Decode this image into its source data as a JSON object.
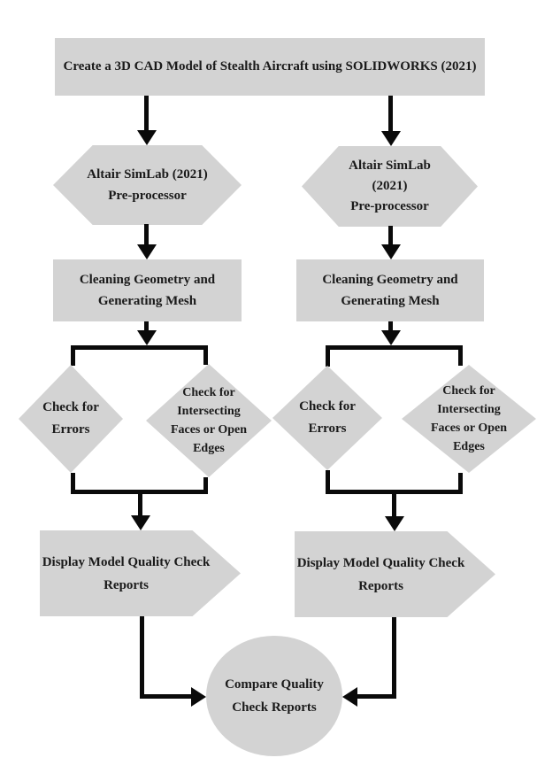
{
  "diagram": {
    "colors": {
      "shape_fill": "#d3d3d3",
      "connector": "#0a0a0a",
      "text": "#1a1a1a",
      "background": "#ffffff"
    },
    "title_node": {
      "lines": [
        "Create a 3D CAD Model of Stealth Aircraft using SOLIDWORKS (2021)"
      ]
    },
    "left_branch": {
      "preprocessor": {
        "lines": [
          "Altair SimLab (2021)",
          "Pre-processor"
        ]
      },
      "mesh": {
        "lines": [
          "Cleaning Geometry and",
          "Generating Mesh"
        ]
      },
      "check_errors": {
        "lines": [
          "Check for",
          "Errors"
        ]
      },
      "check_faces": {
        "lines": [
          "Check for",
          "Intersecting",
          "Faces or Open",
          "Edges"
        ]
      },
      "display_reports": {
        "lines": [
          "Display Model Quality Check",
          "Reports"
        ]
      }
    },
    "right_branch": {
      "preprocessor": {
        "lines": [
          "Altair SimLab",
          "(2021)",
          "Pre-processor"
        ]
      },
      "mesh": {
        "lines": [
          "Cleaning Geometry and",
          "Generating Mesh"
        ]
      },
      "check_errors": {
        "lines": [
          "Check for",
          "Errors"
        ]
      },
      "check_faces": {
        "lines": [
          "Check for",
          "Intersecting",
          "Faces or Open",
          "Edges"
        ]
      },
      "display_reports": {
        "lines": [
          "Display Model Quality Check",
          "Reports"
        ]
      }
    },
    "compare_node": {
      "lines": [
        "Compare Quality",
        "Check Reports"
      ]
    }
  }
}
